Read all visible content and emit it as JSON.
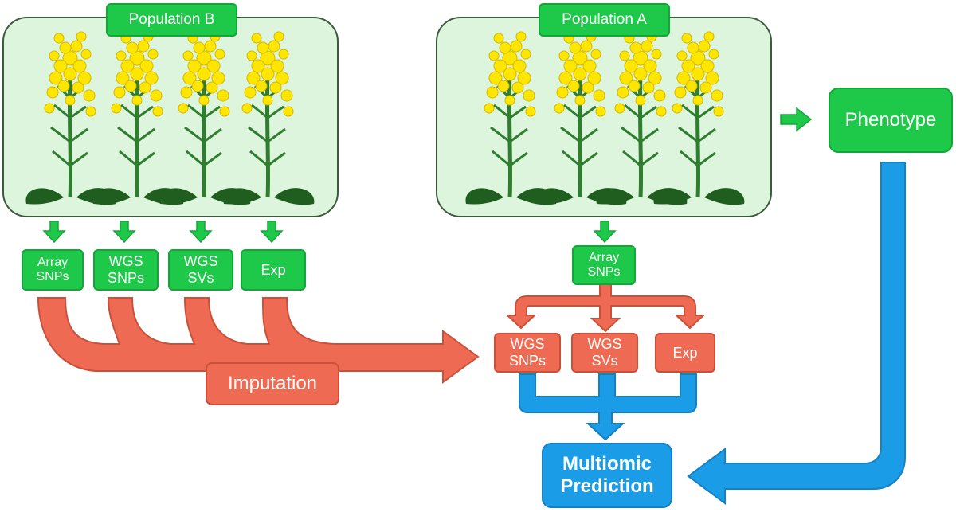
{
  "population_b": {
    "title": "Population B"
  },
  "population_a": {
    "title": "Population A"
  },
  "phenotype": "Phenotype",
  "pop_b_data": [
    "Array\nSNPs",
    "WGS\nSNPs",
    "WGS\nSVs",
    "Exp"
  ],
  "pop_a_array": "Array\nSNPs",
  "pop_a_imputed": [
    "WGS\nSNPs",
    "WGS\nSVs",
    "Exp"
  ],
  "imputation": "Imputation",
  "prediction": "Multiomic\nPrediction",
  "colors": {
    "panel_fill": "#dcf5dc",
    "panel_border": "#3c5a3c",
    "green": "#1ec94a",
    "red": "#ee6a52",
    "blue": "#1a9de6",
    "flower": "#ffe600",
    "stem": "#2f7d2f",
    "leaf": "#1f5e1f"
  }
}
